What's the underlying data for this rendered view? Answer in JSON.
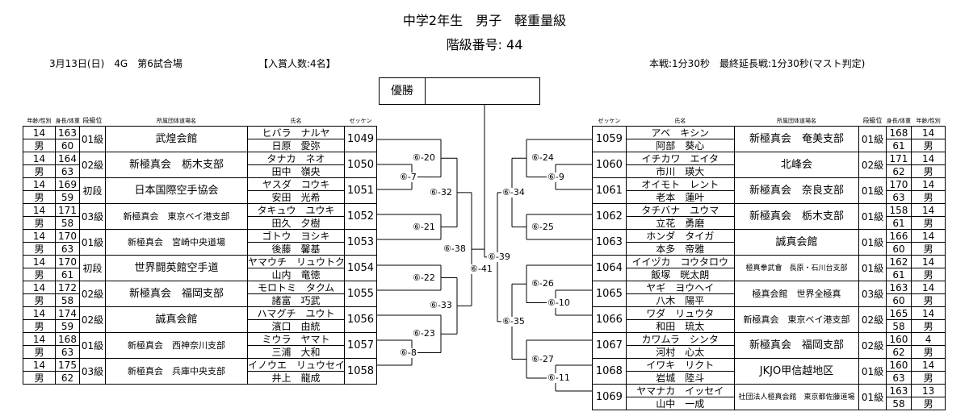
{
  "header": {
    "title": "中学2年生　男子　軽重量級",
    "subtitle": "階級番号: 44",
    "date_info": "3月13日(日)　4G　第6試合場",
    "prize_info": "【入賞人数:4名】",
    "rules": "本戦:1分30秒　最終延長戦:1分30秒(マスト判定)"
  },
  "champion": {
    "label": "優勝",
    "value": ""
  },
  "columns": {
    "age_sex": "年齢/性別",
    "height_weight": "身長/体重",
    "rank": "段級位",
    "dojo": "所属団体道場名",
    "name": "氏名",
    "zekken": "ゼッケン"
  },
  "left_players": [
    {
      "age": "14",
      "sex": "男",
      "height": "163",
      "weight": "60",
      "rank": "01級",
      "dojo": "武煌会館",
      "kana": "ヒバラ　ナルヤ",
      "kanji": "日原　愛弥",
      "zekken": "1049"
    },
    {
      "age": "14",
      "sex": "男",
      "height": "164",
      "weight": "63",
      "rank": "02級",
      "dojo": "新極真会　栃木支部",
      "kana": "タナカ　ネオ",
      "kanji": "田中　嶺央",
      "zekken": "1050"
    },
    {
      "age": "14",
      "sex": "男",
      "height": "169",
      "weight": "59",
      "rank": "初段",
      "dojo": "日本国際空手協会",
      "kana": "ヤスダ　コウキ",
      "kanji": "安田　光希",
      "zekken": "1051"
    },
    {
      "age": "14",
      "sex": "男",
      "height": "171",
      "weight": "58",
      "rank": "03級",
      "dojo": "新極真会　東京ベイ港支部",
      "kana": "タキュウ　ユウキ",
      "kanji": "田久　夕樹",
      "zekken": "1052"
    },
    {
      "age": "14",
      "sex": "男",
      "height": "170",
      "weight": "63",
      "rank": "01級",
      "dojo": "新極真会　宮崎中央道場",
      "kana": "ゴトウ　ヨシキ",
      "kanji": "後藤　馨基",
      "zekken": "1053"
    },
    {
      "age": "14",
      "sex": "男",
      "height": "170",
      "weight": "61",
      "rank": "初段",
      "dojo": "世界闘英館空手道",
      "kana": "ヤマウチ　リュウトク",
      "kanji": "山内　竜徳",
      "zekken": "1054"
    },
    {
      "age": "14",
      "sex": "男",
      "height": "172",
      "weight": "58",
      "rank": "02級",
      "dojo": "新極真会　福岡支部",
      "kana": "モロトミ　タクム",
      "kanji": "諸富　巧武",
      "zekken": "1055"
    },
    {
      "age": "14",
      "sex": "男",
      "height": "174",
      "weight": "59",
      "rank": "02級",
      "dojo": "誠真会館",
      "kana": "ハマグチ　ユウト",
      "kanji": "濱口　由統",
      "zekken": "1056"
    },
    {
      "age": "14",
      "sex": "男",
      "height": "168",
      "weight": "63",
      "rank": "01級",
      "dojo": "新極真会　西神奈川支部",
      "kana": "ミウラ　ヤマト",
      "kanji": "三浦　大和",
      "zekken": "1057"
    },
    {
      "age": "14",
      "sex": "男",
      "height": "175",
      "weight": "62",
      "rank": "03級",
      "dojo": "新極真会　兵庫中央支部",
      "kana": "イノウエ　リュウセイ",
      "kanji": "井上　龍成",
      "zekken": "1058"
    }
  ],
  "right_players": [
    {
      "zekken": "1059",
      "kana": "アベ　キシン",
      "kanji": "阿部　葵心",
      "dojo": "新極真会　奄美支部",
      "rank": "01級",
      "height": "168",
      "weight": "61",
      "age": "14",
      "sex": "男"
    },
    {
      "zekken": "1060",
      "kana": "イチカワ　エイタ",
      "kanji": "市川　瑛大",
      "dojo": "北峰会",
      "rank": "02級",
      "height": "171",
      "weight": "62",
      "age": "14",
      "sex": "男"
    },
    {
      "zekken": "1061",
      "kana": "オイモト　レント",
      "kanji": "老本　蓮叶",
      "dojo": "新極真会　奈良支部",
      "rank": "01級",
      "height": "170",
      "weight": "63",
      "age": "14",
      "sex": "男"
    },
    {
      "zekken": "1062",
      "kana": "タチバナ　ユウマ",
      "kanji": "立花　勇磨",
      "dojo": "新極真会　栃木支部",
      "rank": "01級",
      "height": "158",
      "weight": "61",
      "age": "14",
      "sex": "男"
    },
    {
      "zekken": "1063",
      "kana": "ホンダ　タイガ",
      "kanji": "本多　帝雅",
      "dojo": "誠真会館",
      "rank": "01級",
      "height": "166",
      "weight": "60",
      "age": "14",
      "sex": "男"
    },
    {
      "zekken": "1064",
      "kana": "イイヅカ　コウタロウ",
      "kanji": "飯塚　晄太朗",
      "dojo": "極真拳武會　長原・石川台支部",
      "rank": "01級",
      "height": "162",
      "weight": "61",
      "age": "14",
      "sex": "男"
    },
    {
      "zekken": "1065",
      "kana": "ヤギ　ヨウヘイ",
      "kanji": "八木　陽平",
      "dojo": "極真会館　世界全極真",
      "rank": "03級",
      "height": "163",
      "weight": "60",
      "age": "14",
      "sex": "男"
    },
    {
      "zekken": "1066",
      "kana": "ワダ　リュウタ",
      "kanji": "和田　琉太",
      "dojo": "新極真会　東京ベイ港支部",
      "rank": "02級",
      "height": "165",
      "weight": "58",
      "age": "14",
      "sex": "男"
    },
    {
      "zekken": "1067",
      "kana": "カワムラ　シンタ",
      "kanji": "河村　心太",
      "dojo": "新極真会　福岡支部",
      "rank": "02級",
      "height": "160",
      "weight": "62",
      "age": "4",
      "sex": "男"
    },
    {
      "zekken": "1068",
      "kana": "イワキ　リクト",
      "kanji": "岩城　陸斗",
      "dojo": "JKJO甲信越地区",
      "rank": "01級",
      "height": "160",
      "weight": "63",
      "age": "14",
      "sex": "男"
    },
    {
      "zekken": "1069",
      "kana": "ヤマナカ　イッセイ",
      "kanji": "山中　一成",
      "dojo": "社団法人極真会館　東京都佐藤道場",
      "rank": "01級",
      "height": "163",
      "weight": "58",
      "age": "13",
      "sex": "男"
    }
  ],
  "match_labels": {
    "m7": "⑥-7",
    "m8": "⑥-8",
    "m9": "⑥-9",
    "m10": "⑥-10",
    "m11": "⑥-11",
    "m20": "⑥-20",
    "m21": "⑥-21",
    "m22": "⑥-22",
    "m23": "⑥-23",
    "m24": "⑥-24",
    "m25": "⑥-25",
    "m26": "⑥-26",
    "m27": "⑥-27",
    "m32": "⑥-32",
    "m33": "⑥-33",
    "m34": "⑥-34",
    "m35": "⑥-35",
    "m38": "⑥-38",
    "m39": "⑥-39",
    "m41": "⑥-41"
  }
}
